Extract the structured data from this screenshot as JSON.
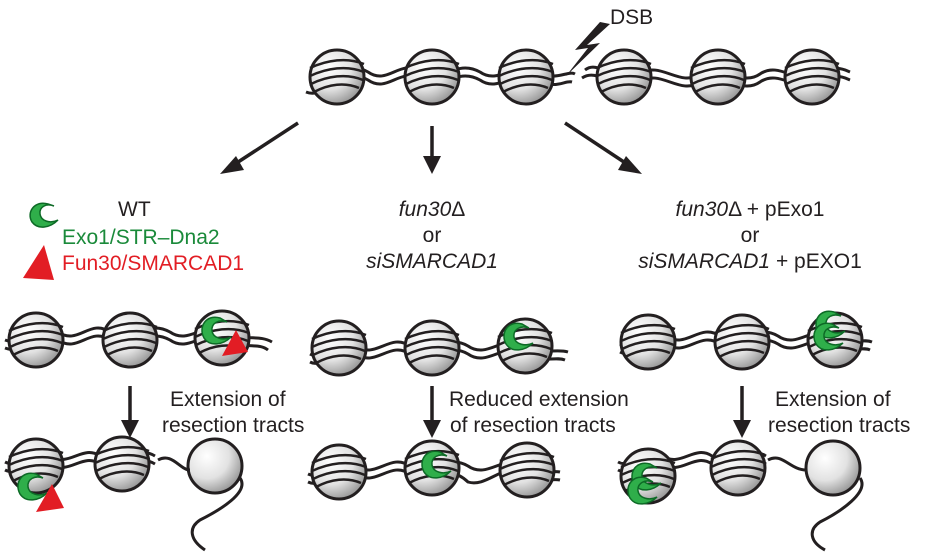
{
  "dsb_label": "DSB",
  "columns": [
    {
      "title": "WT",
      "legend": [
        {
          "text": "Exo1/STR–Dna2",
          "color": "#1a8a3a",
          "icon": "green-crescent-icon"
        },
        {
          "text": "Fun30/SMARCAD1",
          "color": "#e21d24",
          "icon": "red-triangle-icon"
        }
      ],
      "outcome_line1": "Extension of",
      "outcome_line2": "resection tracts"
    },
    {
      "title_line1_italic": "fun30",
      "title_line1_symbol": "Δ",
      "title_line2": "or",
      "title_line3_italic": "siSMARCAD1",
      "outcome_line1": "Reduced extension",
      "outcome_line2": "of resection tracts"
    },
    {
      "title_line1_italic": "fun30",
      "title_line1_rest": "Δ + pExo1",
      "title_line2": "or",
      "title_line3_italic": "siSMARCAD1",
      "title_line3_rest": " + pEXO1",
      "outcome_line1": "Extension of",
      "outcome_line2": "resection tracts"
    }
  ],
  "colors": {
    "ink": "#231f20",
    "green": "#1a8a3a",
    "green_fill": "#2fae4a",
    "red": "#e21d24"
  }
}
